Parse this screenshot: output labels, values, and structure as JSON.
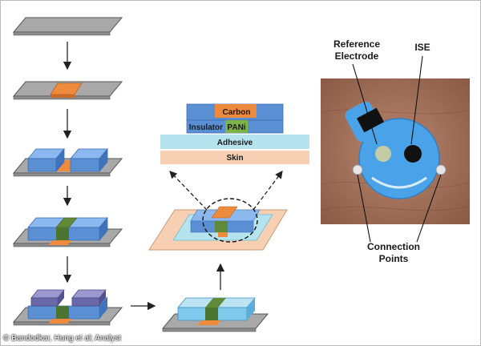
{
  "cross_section": {
    "carbon": "Carbon",
    "insulator": "Insulator",
    "pani": "PANi",
    "adhesive": "Adhesive",
    "skin": "Skin"
  },
  "photo_labels": {
    "reference_line1": "Reference",
    "reference_line2": "Electrode",
    "ise": "ISE",
    "connection_line1": "Connection",
    "connection_line2": "Points"
  },
  "credit": "© Bandodkar, Hung et al; Analyst",
  "colors": {
    "substrate": "#a9a9a9",
    "carbon": "#ee8a3c",
    "insulator": "#5b8fd4",
    "pani": "#5e8a3a",
    "adhesive": "#b5e3ee",
    "skin": "#f7cfb2",
    "purple": "#6a68a8",
    "tattoo_blue": "#4aa3e8"
  }
}
